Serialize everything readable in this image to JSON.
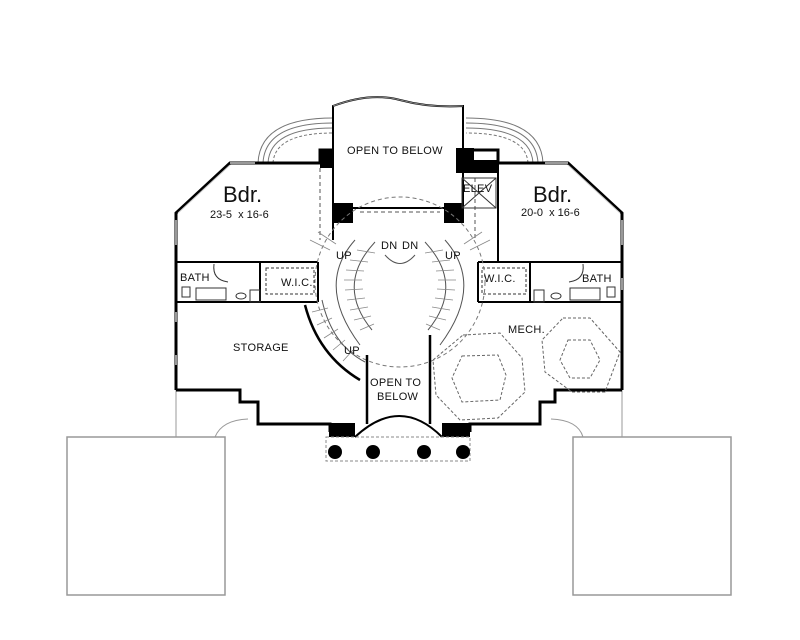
{
  "plan": {
    "type": "floor-plan",
    "level": "upper floor",
    "colors": {
      "wall": "#000000",
      "line": "#555555",
      "light_line": "#999999",
      "background": "#ffffff"
    }
  },
  "rooms": {
    "bedroom_left": {
      "label": "Bdr.",
      "dimensions": "23-5  x 16-6"
    },
    "bedroom_right": {
      "label": "Bdr.",
      "dimensions": "20-0  x 16-6"
    },
    "open_to_below_top": {
      "label": "OPEN TO BELOW"
    },
    "open_to_below_bottom": {
      "line1": "OPEN TO",
      "line2": "BELOW"
    },
    "elevator": {
      "label": "ELEV"
    },
    "bath_left": {
      "label": "BATH"
    },
    "bath_right": {
      "label": "BATH"
    },
    "wic_left": {
      "label": "W.I.C."
    },
    "wic_right": {
      "label": "W.I.C."
    },
    "storage": {
      "label": "STORAGE"
    },
    "mech": {
      "label": "MECH."
    }
  },
  "stairs": {
    "dn_left": "DN",
    "dn_right": "DN",
    "up_left_upper": "UP",
    "up_right_upper": "UP",
    "up_left_lower": "UP"
  }
}
